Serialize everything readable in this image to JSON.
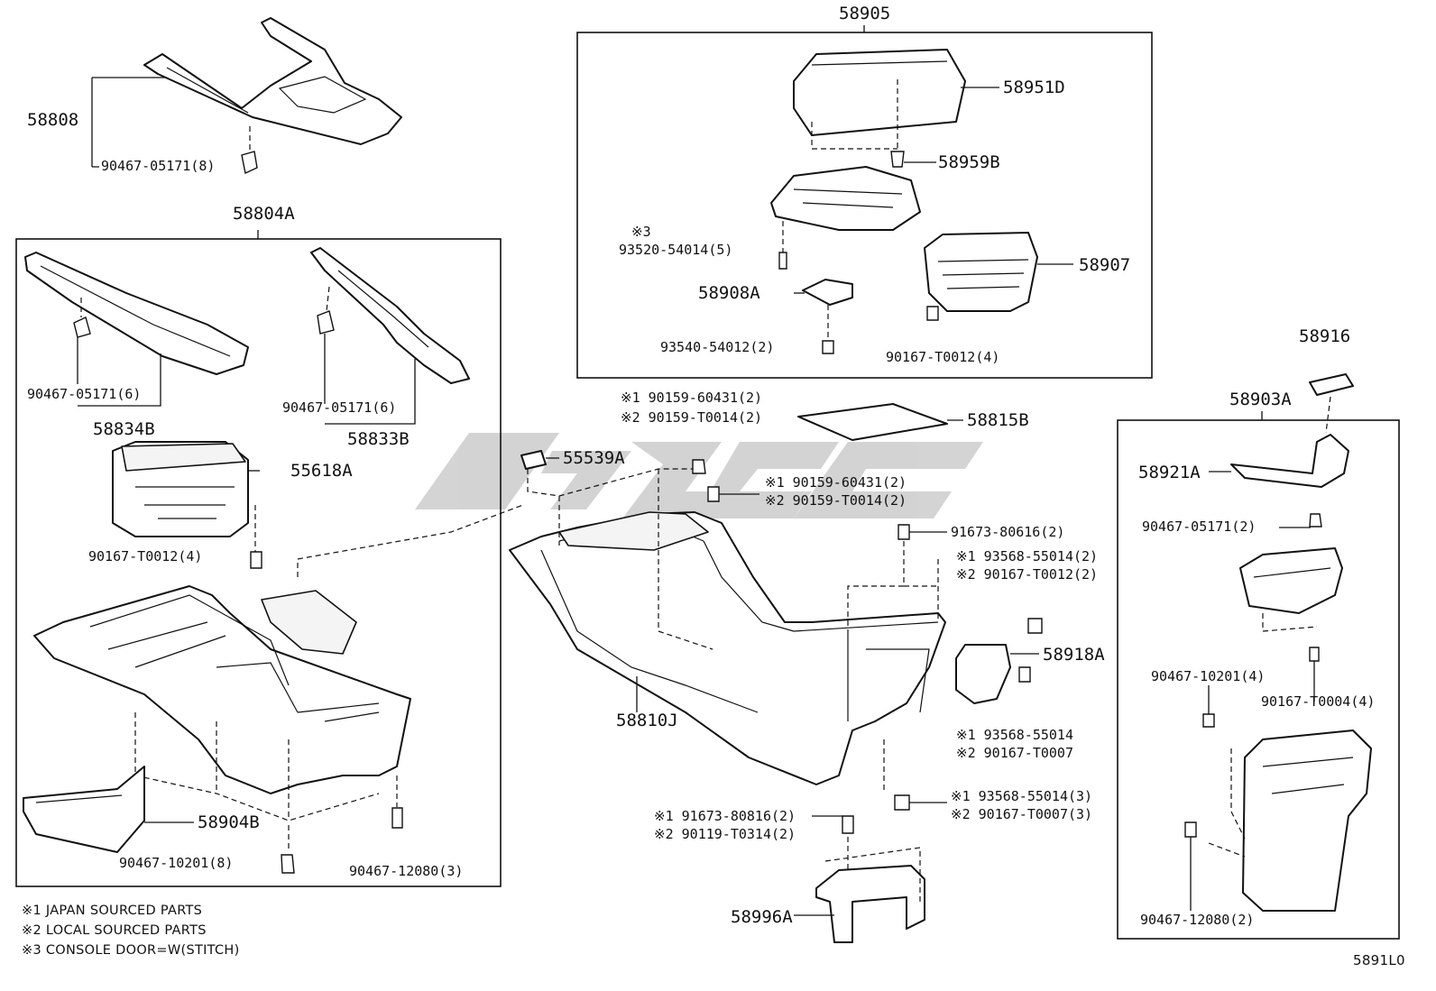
{
  "watermark": {
    "color": "#cccccc"
  },
  "labels": {
    "p58808": "58808",
    "p58808_clip": "90467-05171(8)",
    "p58804A": "58804A",
    "p58834B": "58834B",
    "p58834B_clip": "90467-05171(6)",
    "p58833B": "58833B",
    "p58833B_clip": "90467-05171(6)",
    "p55618A": "55618A",
    "p55618A_bolt": "90167-T0012(4)",
    "p58904B": "58904B",
    "p58904B_clip": "90467-10201(8)",
    "p58804A_clip2": "90467-12080(3)",
    "p58905": "58905",
    "p58951D": "58951D",
    "p58959B": "58959B",
    "n3_mark": "※3",
    "p58905_screw": "93520-54014(5)",
    "p58907": "58907",
    "p58908A": "58908A",
    "p58908A_screw": "93540-54012(2)",
    "p58907_bolt": "90167-T0012(4)",
    "p55539A": "55539A",
    "p58810J": "58810J",
    "bolt_a1": "※1 90159-60431(2)",
    "bolt_a2": "※2 90159-T0014(2)",
    "bolt_b1": "※1 90159-60431(2)",
    "bolt_b2": "※2 90159-T0014(2)",
    "p58815B": "58815B",
    "bolt_c": "91673-80616(2)",
    "bolt_d1": "※1 93568-55014(2)",
    "bolt_d2": "※2 90167-T0012(2)",
    "p58918A": "58918A",
    "bolt_e1": "※1 93568-55014",
    "bolt_e2": "※2 90167-T0007",
    "bolt_f1": "※1 93568-55014(3)",
    "bolt_f2": "※2 90167-T0007(3)",
    "bolt_g1": "※1 91673-80816(2)",
    "bolt_g2": "※2 90119-T0314(2)",
    "p58996A": "58996A",
    "p58916": "58916",
    "p58903A": "58903A",
    "p58921A": "58921A",
    "p58921A_clip": "90467-05171(2)",
    "p58903A_clip": "90467-10201(4)",
    "p58903A_bolt": "90167-T0004(4)",
    "p58903A_clip2": "90467-12080(2)",
    "note1": "※1 JAPAN SOURCED PARTS",
    "note2": "※2 LOCAL SOURCED PARTS",
    "note3": "※3 CONSOLE DOOR=W(STITCH)",
    "diagram_id": "5891L0"
  }
}
